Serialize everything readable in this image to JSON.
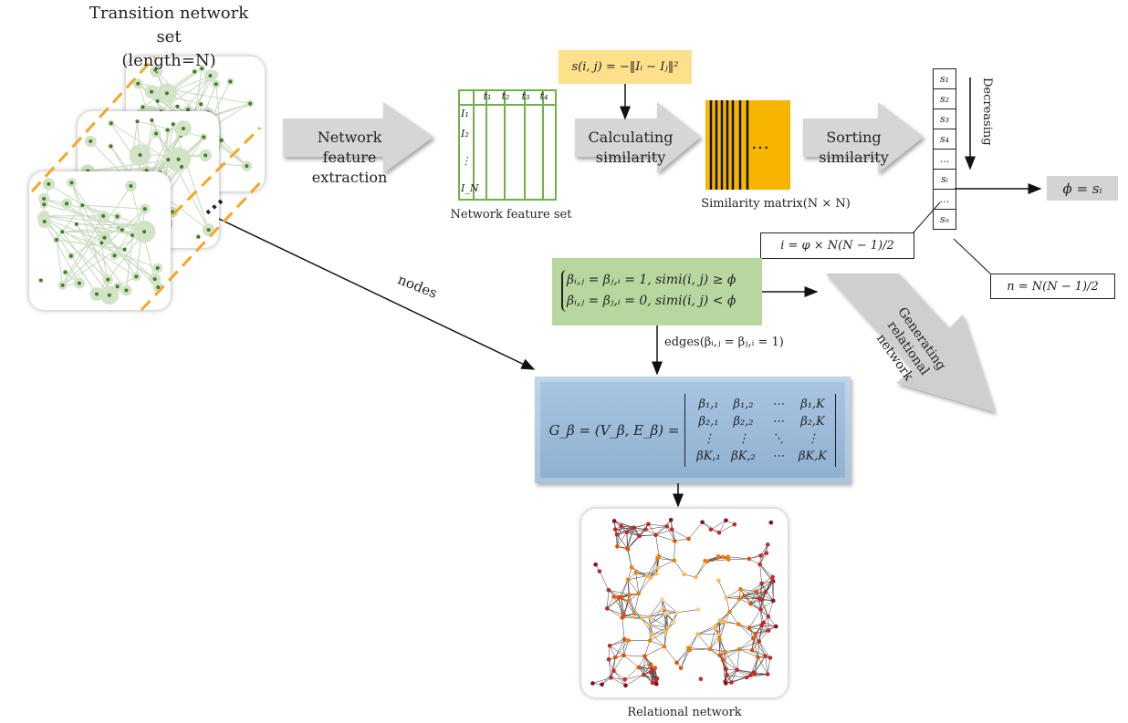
{
  "title": "Transition network set",
  "subtitle": "(length=N)",
  "ellipsis": "⋯",
  "steps": {
    "feature_extraction": "Network feature extraction",
    "calc_similarity": "Calculating similarity",
    "sorting": "Sorting similarity",
    "generating": "Generating relational network"
  },
  "feature_set": {
    "label": "Network feature set",
    "cols": [
      "t₁",
      "t₂",
      "t₃",
      "t₄"
    ],
    "rows": [
      "I₁",
      "I₂",
      "⋮",
      "I_N"
    ]
  },
  "similarity_formula": "s(i, j) = −‖Iᵢ − Iⱼ‖²",
  "similarity_matrix": {
    "label": "Similarity matrix(N × N)",
    "ellipsis": "…"
  },
  "sorted": {
    "cells": [
      "s₁",
      "s₂",
      "s₃",
      "s₄",
      "…",
      "sᵢ",
      "…",
      "sₙ"
    ],
    "direction": "Decreasing"
  },
  "phi": "ϕ = sᵢ",
  "i_formula": "i = φ × N(N − 1)/2",
  "n_formula": "n = N(N − 1)/2",
  "nodes_label": "nodes",
  "beta_rules": [
    "βᵢ,ⱼ = βⱼ,ᵢ = 1, simi(i, j) ≥ ϕ",
    "βᵢ,ⱼ = βⱼ,ᵢ = 0, simi(i, j) < ϕ"
  ],
  "edges_label": "edges(βᵢ,ⱼ = βⱼ,ᵢ = 1)",
  "graph_lhs": "G_β = (V_β, E_β) =",
  "matrix": [
    [
      "β₁,₁",
      "β₁,₂",
      "⋯",
      "β₁,K"
    ],
    [
      "β₂,₁",
      "β₂,₂",
      "⋯",
      "β₂,K"
    ],
    [
      "⋮",
      "⋮",
      "⋱",
      "⋮"
    ],
    [
      "βK,₁",
      "βK,₂",
      "⋯",
      "βK,K"
    ]
  ],
  "relational_label": "Relational network",
  "colors": {
    "green_box": "#b8d79f",
    "yellow_box": "#fde08a",
    "orange_matrix": "#f7b500",
    "blue_box": "#9ab9d8",
    "gray_arrow": "#d4d4d4",
    "dashed": "#f5a623",
    "table": "#70b14a"
  }
}
